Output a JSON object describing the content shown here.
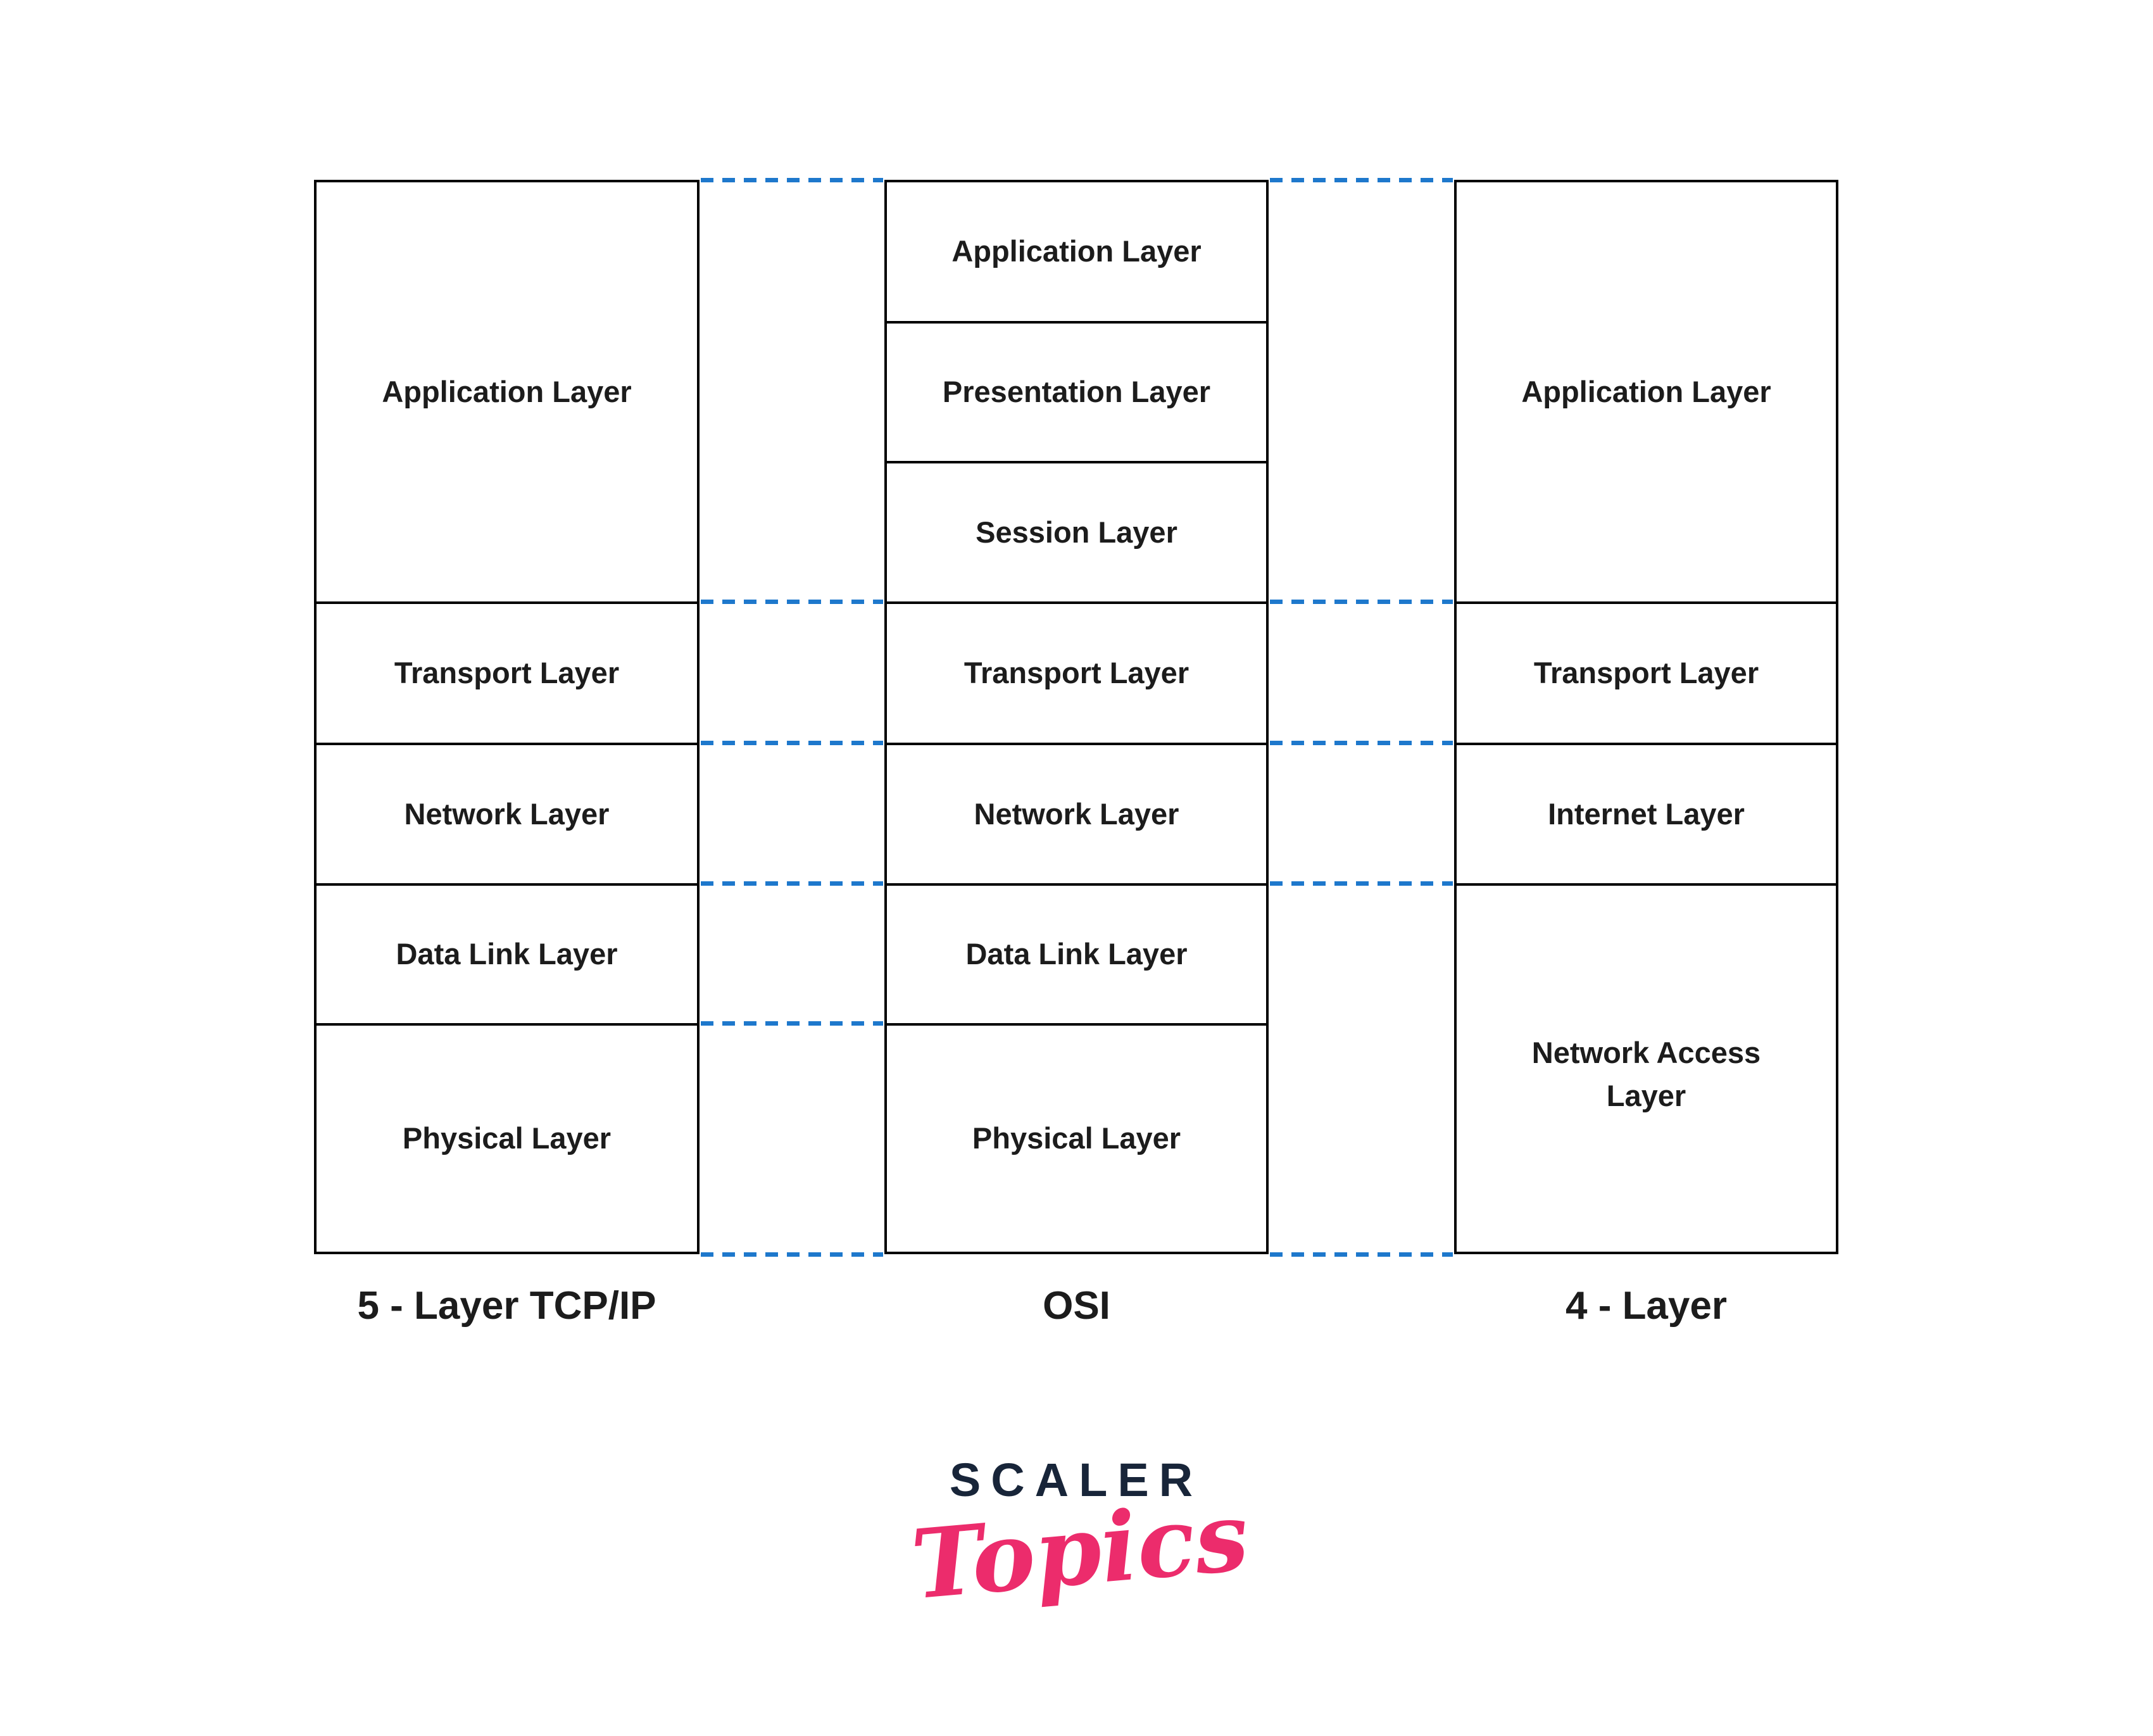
{
  "diagram": {
    "border_color": "#000000",
    "connector_color": "#1e78cc",
    "text_color": "#1c1c1c",
    "columns": [
      {
        "caption": "5 - Layer TCP/IP",
        "rows": [
          "Application Layer",
          "Transport Layer",
          "Network Layer",
          "Data Link Layer",
          "Physical Layer"
        ]
      },
      {
        "caption": "OSI",
        "rows": [
          "Application Layer",
          "Presentation Layer",
          "Session Layer",
          "Transport Layer",
          "Network Layer",
          "Data Link Layer",
          "Physical Layer"
        ]
      },
      {
        "caption": "4 - Layer",
        "rows": [
          "Application Layer",
          "Transport Layer",
          "Internet Layer",
          "Network Access Layer"
        ]
      }
    ]
  },
  "logo": {
    "brand": "SCALER",
    "sub": "Topics",
    "brand_color": "#182539",
    "sub_color": "#ec2c6c"
  }
}
